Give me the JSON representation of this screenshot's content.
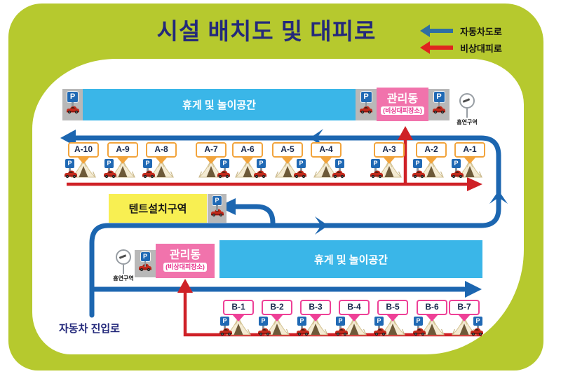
{
  "title": "시설 배치도 및 대피로",
  "legend": {
    "car_road_label": "자동차도로",
    "evac_route_label": "비상대피로"
  },
  "parking_label": "P",
  "areas": {
    "rest_play_top": "휴게 및 놀이공간",
    "rest_play_bottom": "휴게 및 놀이공간",
    "tent_zone": "텐트설치구역",
    "admin_top": {
      "name": "관리동",
      "sub": "(비상대피장소)"
    },
    "admin_bottom": {
      "name": "관리동",
      "sub": "(비상대피장소)"
    },
    "smoking_top": "흡연구역",
    "smoking_bottom": "흡연구역",
    "entrance": "자동차 진입로"
  },
  "sites": {
    "a_row": [
      {
        "label": "A-10",
        "park": "left"
      },
      {
        "label": "A-9",
        "park": "left"
      },
      {
        "label": "A-8",
        "park": "left"
      },
      {
        "label": "A-7",
        "park": "right"
      },
      {
        "label": "A-6",
        "park": "right"
      },
      {
        "label": "A-5",
        "park": "right"
      },
      {
        "label": "A-4",
        "park": "right"
      },
      {
        "label": "A-3",
        "park": "left"
      },
      {
        "label": "A-2",
        "park": "left"
      },
      {
        "label": "A-1",
        "park": "left"
      }
    ],
    "b_row": [
      {
        "label": "B-1",
        "park": "left"
      },
      {
        "label": "B-2",
        "park": "left"
      },
      {
        "label": "B-3",
        "park": "left"
      },
      {
        "label": "B-4",
        "park": "left"
      },
      {
        "label": "B-5",
        "park": "left"
      },
      {
        "label": "B-6",
        "park": "left"
      },
      {
        "label": "B-7",
        "park": "right"
      }
    ]
  },
  "colors": {
    "green": "#b6c92e",
    "navy": "#24297b",
    "sky": "#3ab6e8",
    "roadBlue": "#1c66b0",
    "evacRed": "#cf2127",
    "pink": "#f173ac",
    "pinkText": "#e8308c",
    "yellow": "#f8ef52",
    "gray": "#b8b8b8",
    "signA": "#f2a43c",
    "signB": "#ee4097",
    "pblue": "#2069b4",
    "legendBlue": "#2e6fa3",
    "legendRed": "#e0241f"
  }
}
